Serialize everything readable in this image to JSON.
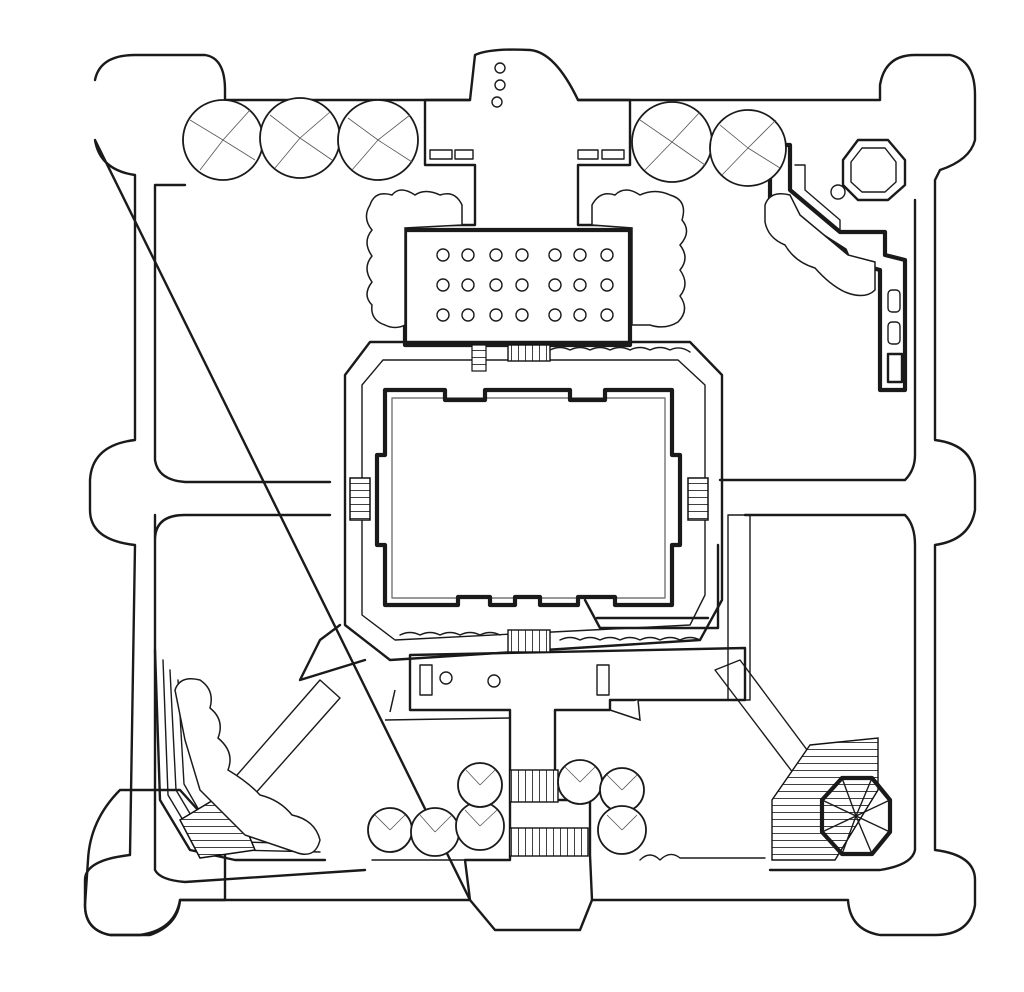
{
  "plan": {
    "ink_color": "#1a1a1a",
    "paper_color": "#ffffff",
    "elements": [
      "perimeter-walk",
      "building-footprint",
      "north-terrace",
      "south-terrace",
      "north-entry-plaza",
      "south-entry-plaza",
      "southwest-corner-plaza",
      "gazebo",
      "steps",
      "trees",
      "shrub-hedges",
      "diagonal-paths"
    ]
  }
}
